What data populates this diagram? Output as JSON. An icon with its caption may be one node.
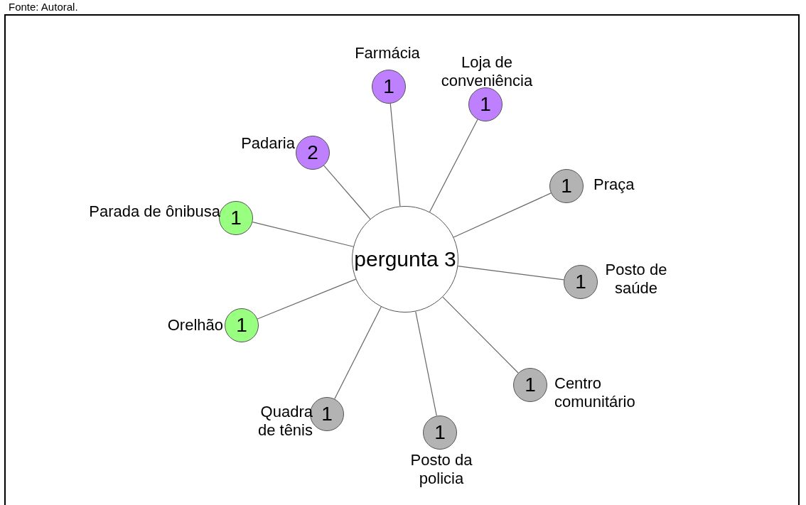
{
  "diagram": {
    "caption": "Fonte: Autoral.",
    "nodes": [
      {
        "text": [
          "pergunta 3"
        ]
      },
      {
        "text": [
          "1"
        ],
        "beside": [
          "Farmácia"
        ]
      },
      {
        "text": [
          "1"
        ],
        "beside": [
          "Loja de conveniência"
        ]
      },
      {
        "text": [
          "1"
        ],
        "beside": [
          "Praça"
        ]
      },
      {
        "text": [
          "1"
        ],
        "beside": [
          "Posto de saúde"
        ]
      },
      {
        "text": [
          "1"
        ],
        "beside": [
          "Centro comunitário"
        ]
      },
      {
        "text": [
          "1"
        ],
        "beside": [
          "Posto da policia"
        ]
      },
      {
        "text": [
          "1"
        ],
        "beside": [
          "Quadra de tênis"
        ]
      },
      {
        "text": [
          "1"
        ],
        "beside": [
          "Orelhão"
        ]
      },
      {
        "text": [
          "1"
        ],
        "beside": [
          "Parada de ônibusa"
        ]
      },
      {
        "text": [
          "2"
        ],
        "beside": [
          "Padaria"
        ]
      }
    ],
    "edges": [
      {
        "from": 0,
        "to": 1,
        "arrow": "none"
      },
      {
        "from": 0,
        "to": 2,
        "arrow": "none"
      },
      {
        "from": 0,
        "to": 3,
        "arrow": "none"
      },
      {
        "from": 0,
        "to": 4,
        "arrow": "none"
      },
      {
        "from": 0,
        "to": 5,
        "arrow": "none"
      },
      {
        "from": 0,
        "to": 6,
        "arrow": "none"
      },
      {
        "from": 0,
        "to": 7,
        "arrow": "none"
      },
      {
        "from": 0,
        "to": 8,
        "arrow": "none"
      },
      {
        "from": 0,
        "to": 9,
        "arrow": "none"
      },
      {
        "from": 0,
        "to": 10,
        "arrow": "none"
      }
    ]
  }
}
